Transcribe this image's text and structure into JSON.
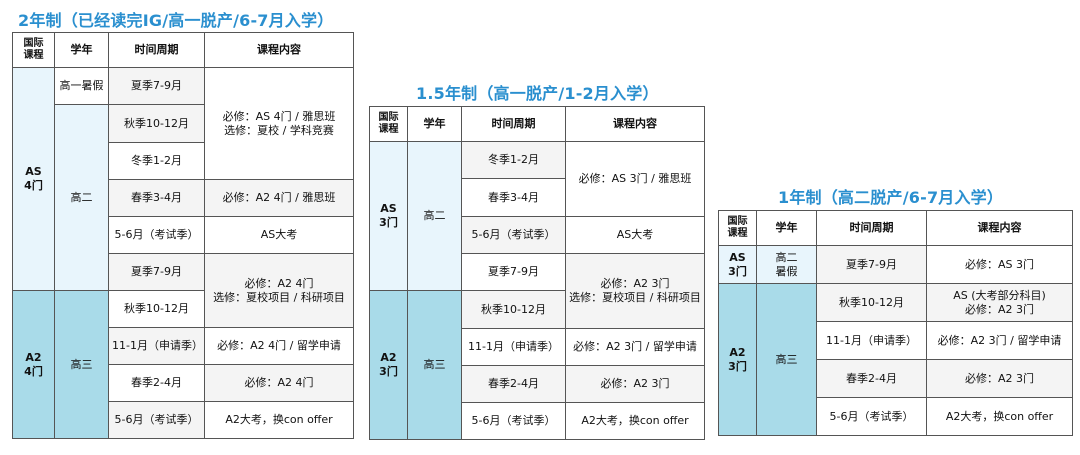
{
  "plans": [
    {
      "title": "2年制（已经读完IG/高一脱产/6-7月入学）",
      "headers": [
        "国际\n课程",
        "学年",
        "时间周期",
        "课程内容"
      ],
      "programs": [
        "AS\n4门",
        "A2\n4门"
      ],
      "years": [
        "高一暑假",
        "高二",
        "高三"
      ],
      "periods": [
        "夏季7-9月",
        "秋季10-12月",
        "冬季1-2月",
        "春季3-4月",
        "5-6月（考试季）",
        "夏季7-9月",
        "秋季10-12月",
        "11-1月（申请季）",
        "春季2-4月",
        "5-6月（考试季）"
      ],
      "contents": [
        "必修：AS 4门 / 雅思班\n选修：夏校 / 学科竞赛",
        "必修：A2 4门 / 雅思班",
        "AS大考",
        "必修：A2 4门\n选修：夏校项目 / 科研项目",
        "必修：A2 4门 / 留学申请",
        "必修：A2 4门",
        "A2大考，换con offer"
      ]
    },
    {
      "title": "1.5年制（高一脱产/1-2月入学）",
      "headers": [
        "国际\n课程",
        "学年",
        "时间周期",
        "课程内容"
      ],
      "programs": [
        "AS\n3门",
        "A2\n3门"
      ],
      "years": [
        "高二",
        "高三"
      ],
      "periods": [
        "冬季1-2月",
        "春季3-4月",
        "5-6月（考试季）",
        "夏季7-9月",
        "秋季10-12月",
        "11-1月（申请季）",
        "春季2-4月",
        "5-6月（考试季）"
      ],
      "contents": [
        "必修：AS 3门 / 雅思班",
        "AS大考",
        "必修：A2 3门\n选修：夏校项目 / 科研项目",
        "必修：A2 3门 / 留学申请",
        "必修：A2 3门",
        "A2大考，换con offer"
      ]
    },
    {
      "title": "1年制（高二脱产/6-7月入学）",
      "headers": [
        "国际\n课程",
        "学年",
        "时间周期",
        "课程内容"
      ],
      "programs": [
        "AS\n3门",
        "A2\n3门"
      ],
      "years": [
        "高二\n暑假",
        "高三"
      ],
      "periods": [
        "夏季7-9月",
        "秋季10-12月",
        "11-1月（申请季）",
        "春季2-4月",
        "5-6月（考试季）"
      ],
      "contents": [
        "必修：AS 3门",
        "AS (大考部分科目)\n必修：A2 3门",
        "必修：A2 3门 / 留学申请",
        "必修：A2 3门",
        "A2大考，换con offer"
      ]
    }
  ],
  "colors": {
    "title": "#2a8fcf",
    "as_fill": "#e8f5fc",
    "a2_fill": "#a9dbe9",
    "gray_fill": "#f4f4f4"
  }
}
